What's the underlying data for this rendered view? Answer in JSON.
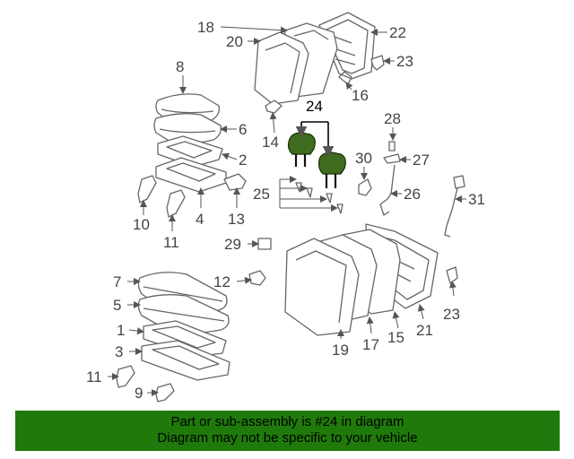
{
  "labels": {
    "l1": "1",
    "l2": "2",
    "l3": "3",
    "l4": "4",
    "l5": "5",
    "l6": "6",
    "l7": "7",
    "l8": "8",
    "l9": "9",
    "l10": "10",
    "l11a": "11",
    "l11b": "11",
    "l12": "12",
    "l13": "13",
    "l14": "14",
    "l15": "15",
    "l16": "16",
    "l17": "17",
    "l18": "18",
    "l19": "19",
    "l20": "20",
    "l21": "21",
    "l22": "22",
    "l23a": "23",
    "l23b": "23",
    "l24": "24",
    "l25": "25",
    "l26": "26",
    "l27": "27",
    "l28": "28",
    "l29": "29",
    "l30": "30",
    "l31": "31"
  },
  "highlight": {
    "part_number": "24",
    "color": "#3f6b1e"
  },
  "banner": {
    "line1": "Part or sub-assembly is #24 in diagram",
    "line2": "Diagram may not be specific to your vehicle",
    "background": "#1f7a0b"
  }
}
